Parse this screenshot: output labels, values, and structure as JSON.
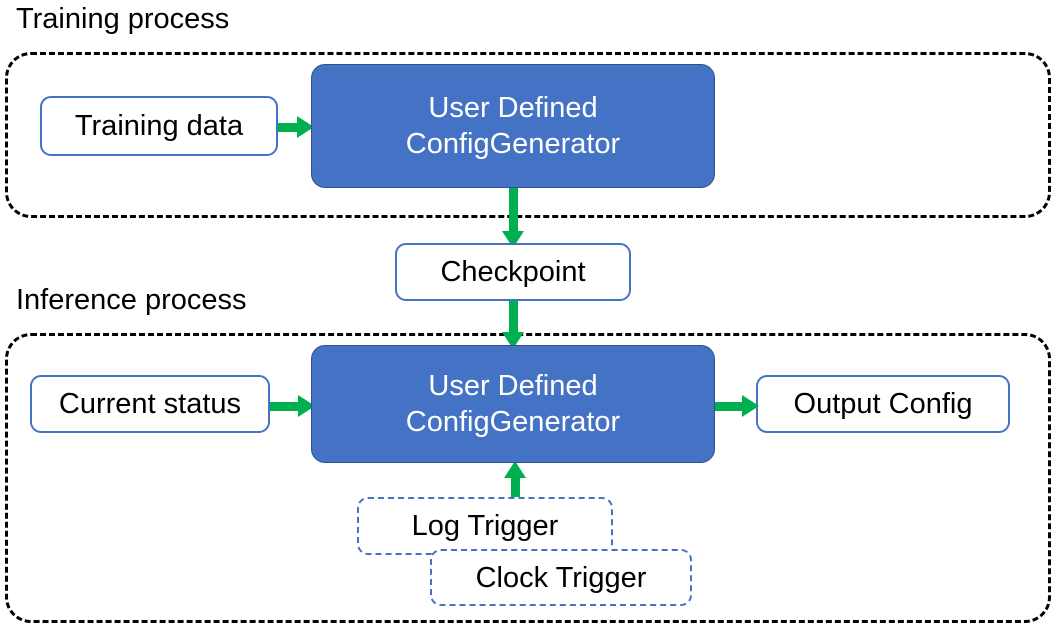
{
  "diagram": {
    "title_training": "Training process",
    "title_inference": "Inference process",
    "colors": {
      "node_fill_blue": "#4472C4",
      "node_border_blue": "#4472C4",
      "arrow_green": "#00B050",
      "container_dash_black": "#000000",
      "node_text_white": "#FFFFFF",
      "node_text_black": "#000000"
    }
  },
  "training": {
    "container_label": "Training process",
    "nodes": {
      "training_data": {
        "label": "Training data"
      },
      "config_generator": {
        "line1": "User Defined",
        "line2": "ConfigGenerator"
      }
    },
    "arrows": {
      "data_to_generator": "arrow-right",
      "generator_to_checkpoint": "arrow-down"
    }
  },
  "checkpoint": {
    "label": "Checkpoint"
  },
  "inference": {
    "container_label": "Inference process",
    "nodes": {
      "current_status": {
        "label": "Current status"
      },
      "config_generator": {
        "line1": "User Defined",
        "line2": "ConfigGenerator"
      },
      "output_config": {
        "label": "Output Config"
      },
      "log_trigger": {
        "label": "Log Trigger"
      },
      "clock_trigger": {
        "label": "Clock Trigger"
      }
    },
    "arrows": {
      "checkpoint_to_generator": "arrow-down",
      "status_to_generator": "arrow-right",
      "generator_to_output": "arrow-right",
      "trigger_to_generator": "arrow-up"
    }
  }
}
